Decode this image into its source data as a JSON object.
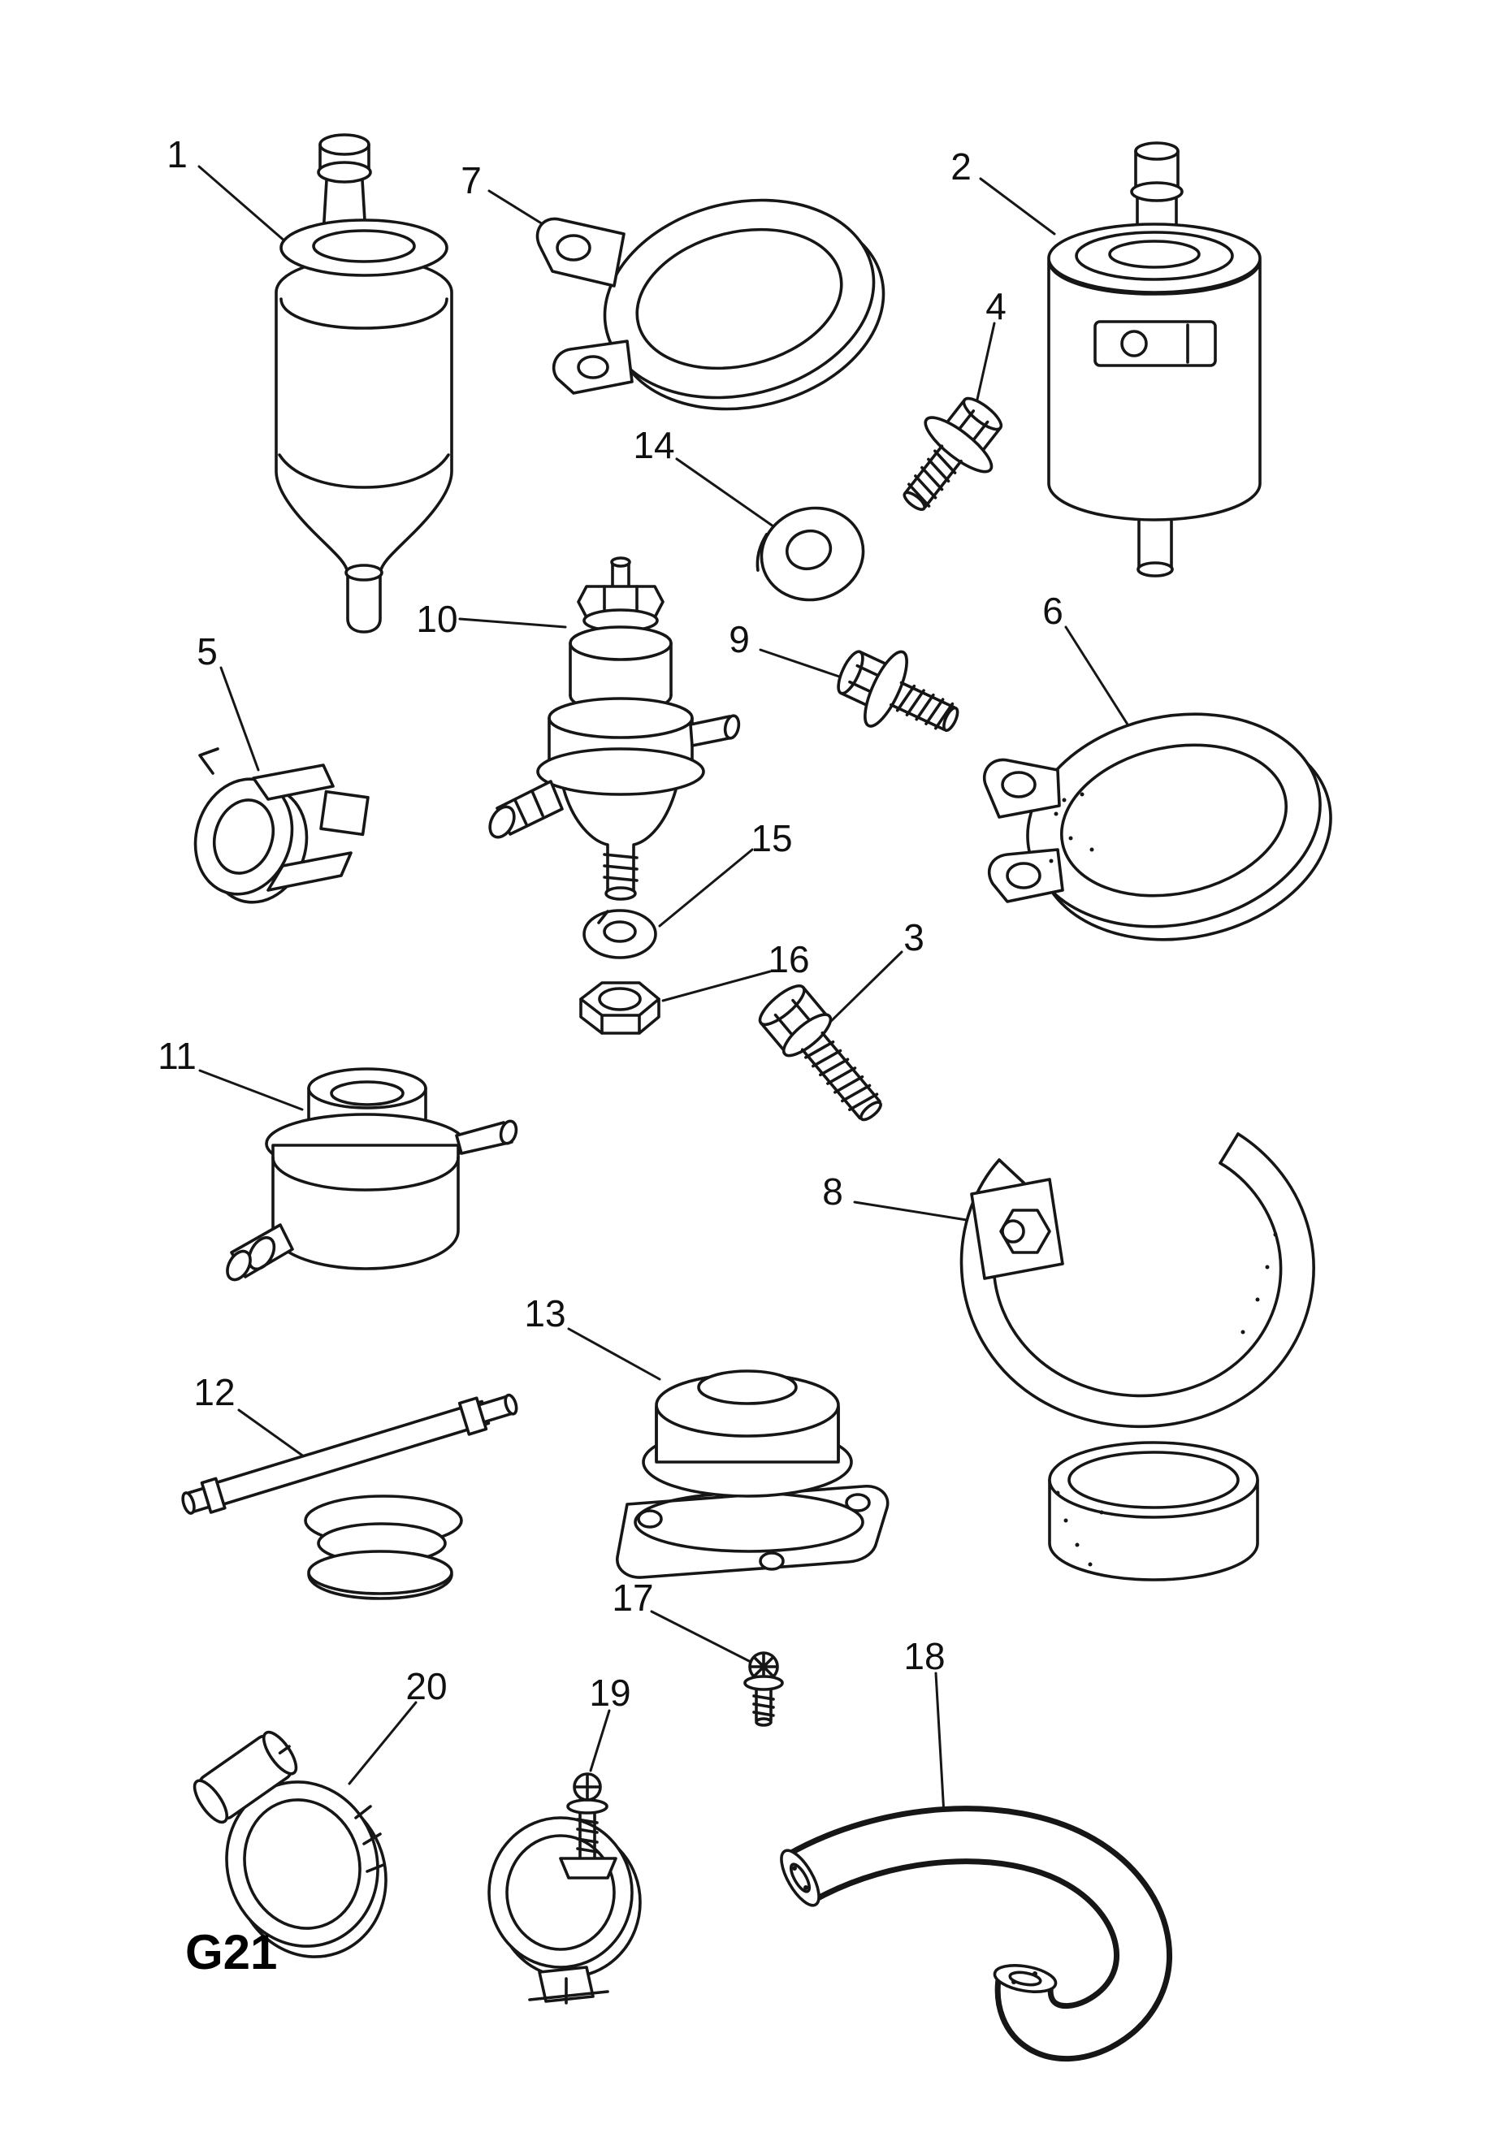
{
  "page": {
    "code": "G21"
  },
  "palette": {
    "paper": "#ffffff",
    "ink": "#161616"
  },
  "callouts": [
    {
      "label": "1"
    },
    {
      "label": "2"
    },
    {
      "label": "3"
    },
    {
      "label": "4"
    },
    {
      "label": "5"
    },
    {
      "label": "6"
    },
    {
      "label": "7"
    },
    {
      "label": "8"
    },
    {
      "label": "9"
    },
    {
      "label": "10"
    },
    {
      "label": "11"
    },
    {
      "label": "12"
    },
    {
      "label": "13"
    },
    {
      "label": "14"
    },
    {
      "label": "15"
    },
    {
      "label": "16"
    },
    {
      "label": "17"
    },
    {
      "label": "18"
    },
    {
      "label": "19"
    },
    {
      "label": "20"
    }
  ]
}
